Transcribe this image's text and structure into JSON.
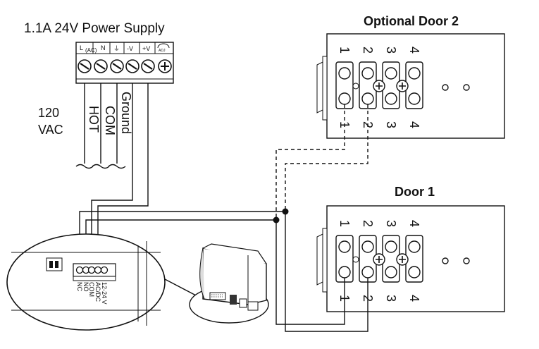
{
  "power_supply": {
    "title": "1.1A 24V Power Supply",
    "terminal_labels": [
      "L",
      "(AC)",
      "N",
      "⏚",
      "-V",
      "+V",
      "ADJ"
    ],
    "wire_labels": [
      "HOT",
      "COM",
      "Ground"
    ],
    "supply_label": [
      "120",
      "VAC"
    ]
  },
  "door2": {
    "title": "Optional Door 2",
    "numbers": [
      "1",
      "2",
      "3",
      "4"
    ]
  },
  "door1": {
    "title": "Door 1",
    "numbers": [
      "1",
      "2",
      "3",
      "4"
    ]
  },
  "controller": {
    "terminal_labels": [
      "NC",
      "NO",
      "COM",
      "AC/DC",
      "12-24 V"
    ]
  }
}
